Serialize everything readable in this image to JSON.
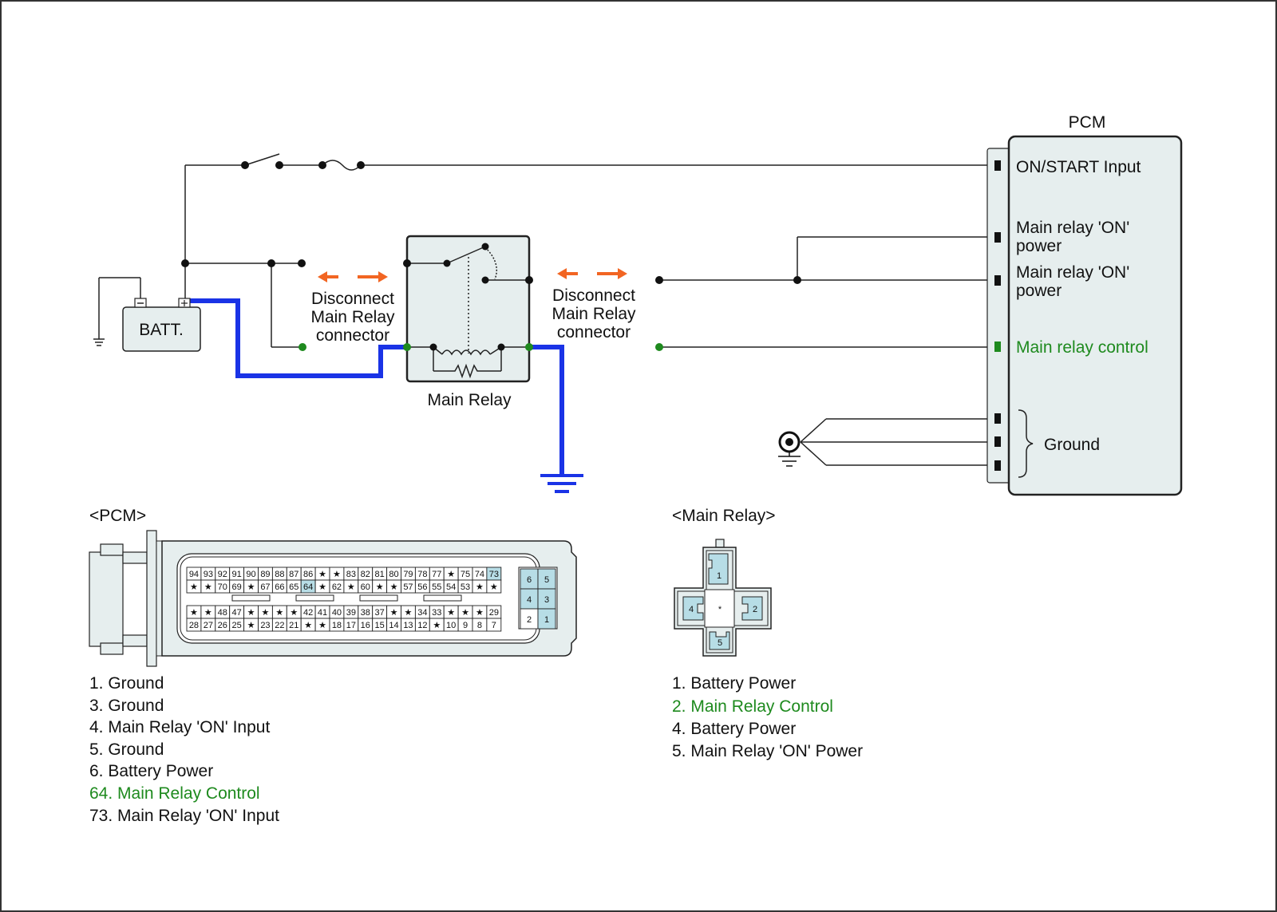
{
  "colors": {
    "control": "#1e8a1e",
    "ground_wire": "#1a33e6",
    "arrow": "#f26522",
    "pin_fill": "#b7dde6",
    "body_fill": "#e6eeee"
  },
  "pcm": {
    "title": "PCM",
    "terminals": {
      "on_start_input": "ON/START Input",
      "main_relay_on_1_line1": "Main relay 'ON'",
      "main_relay_on_1_line2": "power",
      "main_relay_on_2_line1": "Main relay 'ON'",
      "main_relay_on_2_line2": "power",
      "main_relay_control": "Main relay control",
      "ground": "Ground"
    }
  },
  "battery": {
    "label": "BATT."
  },
  "main_relay": {
    "label": "Main Relay"
  },
  "disconnect_left": {
    "line1": "Disconnect",
    "line2": "Main Relay",
    "line3": "connector"
  },
  "disconnect_right": {
    "line1": "Disconnect",
    "line2": "Main Relay",
    "line3": "connector"
  },
  "pcm_connector": {
    "title": "<PCM>",
    "row1": [
      "94",
      "93",
      "92",
      "91",
      "90",
      "89",
      "88",
      "87",
      "86",
      "★",
      "★",
      "83",
      "82",
      "81",
      "80",
      "79",
      "78",
      "77",
      "★",
      "75",
      "74",
      "73"
    ],
    "row2": [
      "★",
      "★",
      "70",
      "69",
      "★",
      "67",
      "66",
      "65",
      "64",
      "★",
      "62",
      "★",
      "60",
      "★",
      "★",
      "57",
      "56",
      "55",
      "54",
      "53",
      "★",
      "★"
    ],
    "row3": [
      "★",
      "★",
      "48",
      "47",
      "★",
      "★",
      "★",
      "★",
      "42",
      "41",
      "40",
      "39",
      "38",
      "37",
      "★",
      "★",
      "34",
      "33",
      "★",
      "★",
      "★",
      "29"
    ],
    "row4": [
      "28",
      "27",
      "26",
      "25",
      "★",
      "23",
      "22",
      "21",
      "★",
      "★",
      "18",
      "17",
      "16",
      "15",
      "14",
      "13",
      "12",
      "★",
      "10",
      "9",
      "8",
      "7"
    ],
    "small_block": [
      "6",
      "5",
      "4",
      "3",
      "2",
      "1"
    ],
    "legend": [
      {
        "text": "1. Ground",
        "highlight": false
      },
      {
        "text": "3. Ground",
        "highlight": false
      },
      {
        "text": "4. Main Relay 'ON' Input",
        "highlight": false
      },
      {
        "text": "5. Ground",
        "highlight": false
      },
      {
        "text": "6. Battery Power",
        "highlight": false
      },
      {
        "text": "64. Main Relay Control",
        "highlight": true
      },
      {
        "text": "73. Main Relay 'ON' Input",
        "highlight": false
      }
    ]
  },
  "relay_connector": {
    "title": "<Main Relay>",
    "pins": [
      "1",
      "2",
      "4",
      "5",
      "*"
    ],
    "legend": [
      {
        "text": "1. Battery Power",
        "highlight": false
      },
      {
        "text": "2. Main Relay Control",
        "highlight": true
      },
      {
        "text": "4. Battery Power",
        "highlight": false
      },
      {
        "text": "5. Main Relay 'ON' Power",
        "highlight": false
      }
    ]
  }
}
